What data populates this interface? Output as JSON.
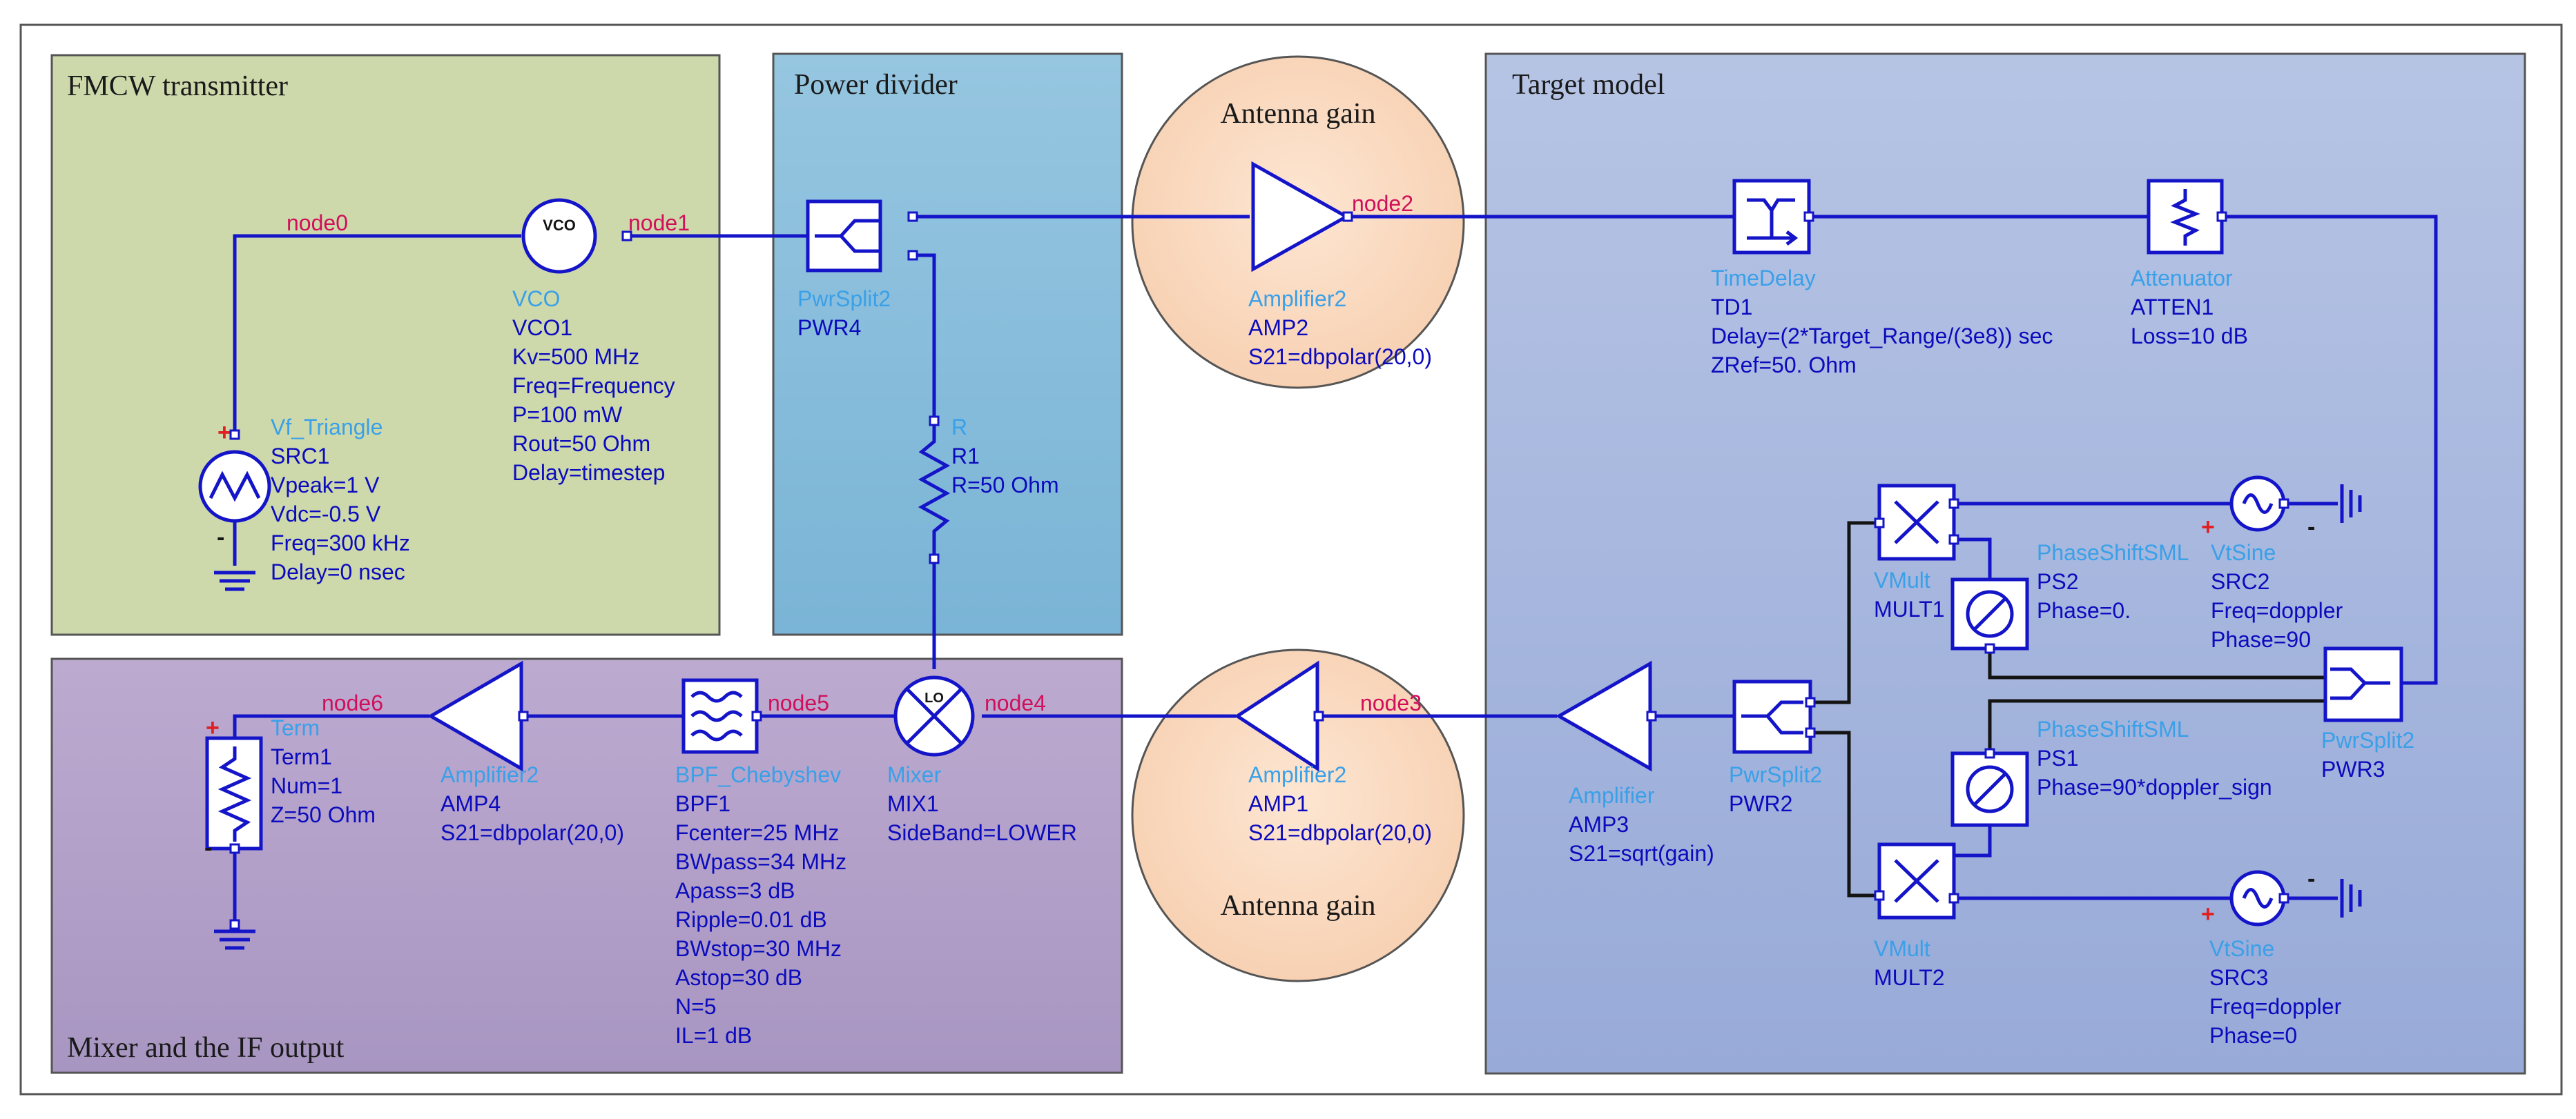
{
  "regions": {
    "fmcw": "FMCW transmitter",
    "power_divider": "Power divider",
    "antenna_gain_top": "Antenna gain",
    "antenna_gain_bottom": "Antenna gain",
    "target_model": "Target model",
    "mixer_if": "Mixer and the IF output"
  },
  "nodes": {
    "node0": "node0",
    "node1": "node1",
    "node2": "node2",
    "node3": "node3",
    "node4": "node4",
    "node5": "node5",
    "node6": "node6"
  },
  "components": {
    "vco": {
      "type": "VCO",
      "lines": [
        "VCO1",
        "Kv=500 MHz",
        "Freq=Frequency",
        "P=100 mW",
        "Rout=50 Ohm",
        "Delay=timestep"
      ],
      "glyph": "VCO"
    },
    "src1": {
      "type": "Vf_Triangle",
      "lines": [
        "SRC1",
        "Vpeak=1 V",
        "Vdc=-0.5 V",
        "Freq=300 kHz",
        "Delay=0 nsec"
      ]
    },
    "pwr4": {
      "type": "PwrSplit2",
      "lines": [
        "PWR4"
      ]
    },
    "r1": {
      "type": "R",
      "lines": [
        "R1",
        "R=50 Ohm"
      ]
    },
    "amp2": {
      "type": "Amplifier2",
      "lines": [
        "AMP2",
        "S21=dbpolar(20,0)"
      ]
    },
    "td1": {
      "type": "TimeDelay",
      "lines": [
        "TD1",
        "Delay=(2*Target_Range/(3e8)) sec",
        "ZRef=50. Ohm"
      ]
    },
    "atten1": {
      "type": "Attenuator",
      "lines": [
        "ATTEN1",
        "Loss=10 dB"
      ]
    },
    "mult1": {
      "type": "VMult",
      "lines": [
        "MULT1"
      ]
    },
    "ps2": {
      "type": "PhaseShiftSML",
      "lines": [
        "PS2",
        "Phase=0."
      ]
    },
    "src2": {
      "type": "VtSine",
      "lines": [
        "SRC2",
        "Freq=doppler",
        "Phase=90"
      ]
    },
    "pwr3": {
      "type": "PwrSplit2",
      "lines": [
        "PWR3"
      ]
    },
    "ps1": {
      "type": "PhaseShiftSML",
      "lines": [
        "PS1",
        "Phase=90*doppler_sign"
      ]
    },
    "mult2": {
      "type": "VMult",
      "lines": [
        "MULT2"
      ]
    },
    "src3": {
      "type": "VtSine",
      "lines": [
        "SRC3",
        "Freq=doppler",
        "Phase=0"
      ]
    },
    "pwr2": {
      "type": "PwrSplit2",
      "lines": [
        "PWR2"
      ]
    },
    "amp3": {
      "type": "Amplifier",
      "lines": [
        "AMP3",
        "S21=sqrt(gain)"
      ]
    },
    "amp1": {
      "type": "Amplifier2",
      "lines": [
        "AMP1",
        "S21=dbpolar(20,0)"
      ]
    },
    "mix1": {
      "type": "Mixer",
      "lines": [
        "MIX1",
        "SideBand=LOWER"
      ],
      "glyph": "LO"
    },
    "bpf1": {
      "type": "BPF_Chebyshev",
      "lines": [
        "BPF1",
        "Fcenter=25 MHz",
        "BWpass=34 MHz",
        "Apass=3 dB",
        "Ripple=0.01 dB",
        "BWstop=30 MHz",
        "Astop=30 dB",
        "N=5",
        "IL=1 dB"
      ]
    },
    "amp4": {
      "type": "Amplifier2",
      "lines": [
        "AMP4",
        "S21=dbpolar(20,0)"
      ]
    },
    "term1": {
      "type": "Term",
      "lines": [
        "Term1",
        "Num=1",
        "Z=50 Ohm"
      ]
    }
  },
  "marks": {
    "plus": "+",
    "minus": "-"
  },
  "colors": {
    "wire": "#1414c8",
    "fmcw_bg": "#cdd9ab",
    "divider_bg": "#88bedc",
    "antenna_bg": "#fadcc4",
    "target_bg": "#a8b8de",
    "mixer_bg": "#b4a0c8",
    "node_label": "#d0105a",
    "type_label": "#3aa0e8",
    "param_label": "#0b0bbd"
  }
}
